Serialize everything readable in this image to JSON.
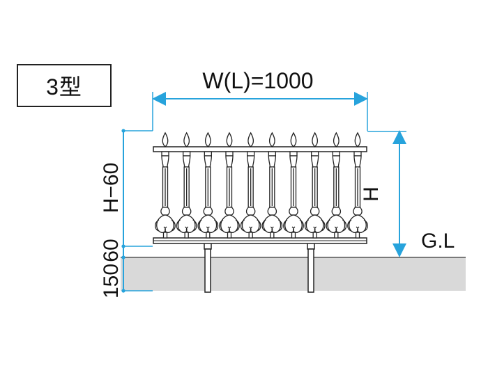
{
  "type_box": {
    "label": "3型"
  },
  "dimensions": {
    "width_label": "W(L)=1000",
    "height_label": "H",
    "ground_label": "G.L",
    "post_height_label": "H−60",
    "base_gap_label": "60",
    "embed_depth_label": "150"
  },
  "fence": {
    "picket_count": 10,
    "support_posts": 2
  },
  "colors": {
    "dimension_line": "#27a3dc",
    "ground_fill": "#d9d9d9",
    "outline": "#222222"
  }
}
